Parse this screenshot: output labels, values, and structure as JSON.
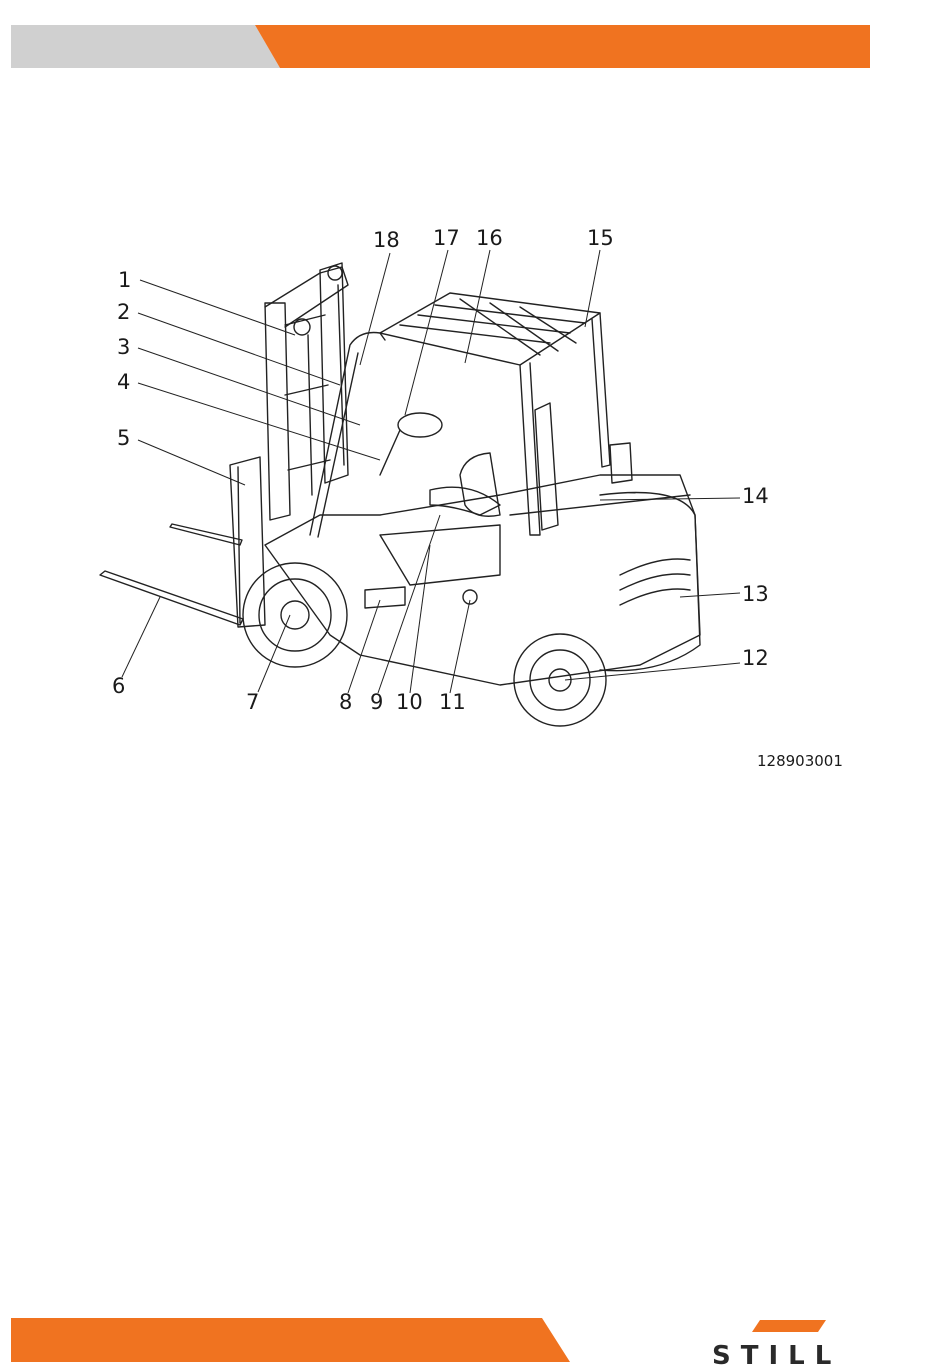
{
  "header": {
    "left_color": "#d0d0d0",
    "right_color": "#f07320"
  },
  "figure": {
    "callouts": [
      {
        "label": "1"
      },
      {
        "label": "2"
      },
      {
        "label": "3"
      },
      {
        "label": "4"
      },
      {
        "label": "5"
      },
      {
        "label": "6"
      },
      {
        "label": "7"
      },
      {
        "label": "8"
      },
      {
        "label": "9"
      },
      {
        "label": "10"
      },
      {
        "label": "11"
      },
      {
        "label": "12"
      },
      {
        "label": "13"
      },
      {
        "label": "14"
      },
      {
        "label": "15"
      },
      {
        "label": "16"
      },
      {
        "label": "17"
      },
      {
        "label": "18"
      }
    ],
    "figure_id": "128903001"
  },
  "footer": {
    "bar_color": "#f07320",
    "logo_text": "STILL",
    "logo_accent_color": "#f07320"
  }
}
